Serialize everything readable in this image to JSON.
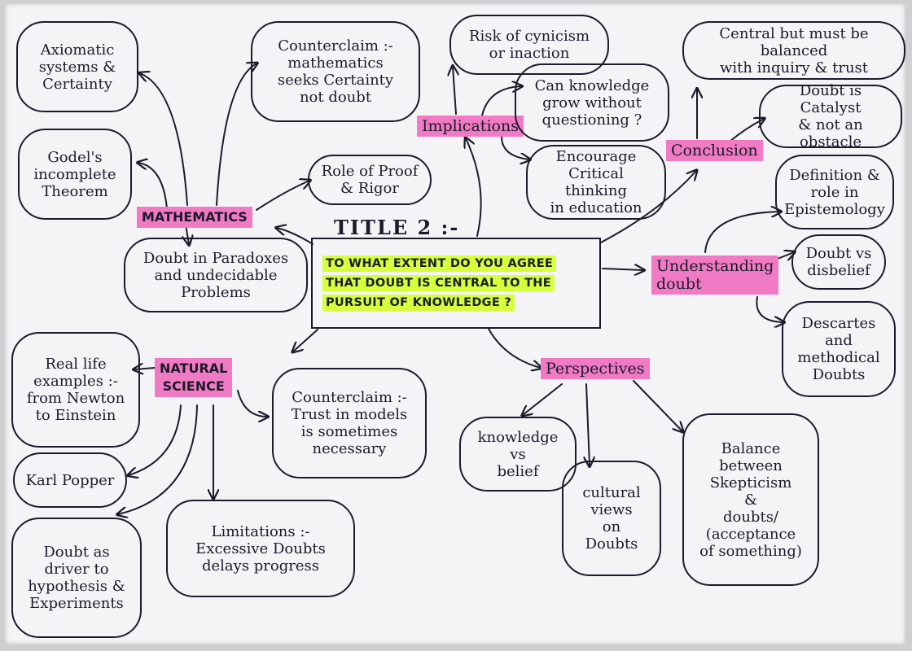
{
  "title_label": "TITLE 2 :-",
  "question_lines": [
    "TO WHAT EXTENT DO YOU AGREE",
    "THAT DOUBT IS CENTRAL TO THE",
    "PURSUIT OF KNOWLEDGE ?"
  ],
  "highlight_colors": {
    "section": "#f07ac4",
    "question": "#d6ff3c"
  },
  "sections": {
    "mathematics": {
      "label": "MATHEMATICS",
      "items": {
        "axiomatic": "Axiomatic\nsystems &\nCertainty",
        "godel": "Godel's\nincomplete\nTheorem",
        "counterclaim": "Counterclaim :-\nmathematics\nseeks Certainty\nnot doubt",
        "proof": "Role of Proof\n& Rigor",
        "paradoxes": "Doubt in Paradoxes\nand undecidable\nProblems"
      }
    },
    "natural_science": {
      "label": "NATURAL\nSCIENCE",
      "items": {
        "real_life": "Real life\nexamples :-\nfrom Newton\nto Einstein",
        "popper": "Karl Popper",
        "driver": "Doubt as\ndriver to\nhypothesis &\nExperiments",
        "limitations": "Limitations :-\nExcessive Doubts\ndelays progress",
        "counterclaim": "Counterclaim :-\nTrust in models\nis sometimes\nnecessary"
      }
    },
    "implications": {
      "label": "Implications",
      "items": {
        "cynicism": "Risk of cynicism\nor inaction",
        "grow": "Can knowledge\ngrow without\nquestioning ?",
        "critical": "Encourage\nCritical thinking\nin education"
      }
    },
    "conclusion": {
      "label": "Conclusion",
      "items": {
        "central": "Central but must be balanced\nwith inquiry & trust",
        "catalyst": "Doubt is Catalyst\n& not an\nobstacle"
      }
    },
    "understanding": {
      "label": "Understanding\ndoubt",
      "items": {
        "definition": "Definition &\nrole in\nEpistemology",
        "disbelief": "Doubt vs\ndisbelief",
        "descartes": "Descartes\nand\nmethodical\nDoubts"
      }
    },
    "perspectives": {
      "label": "Perspectives",
      "items": {
        "knowledge_belief": "knowledge\nvs\nbelief",
        "cultural": "cultural\nviews\non\nDoubts",
        "balance": "Balance\nbetween\nSkepticism\n&\ndoubts/\n(acceptance\nof something)"
      }
    }
  }
}
